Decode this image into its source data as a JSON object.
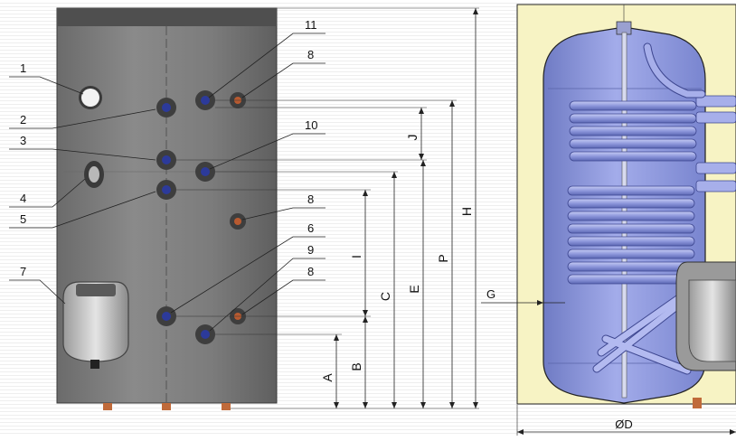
{
  "callouts": {
    "c1": "1",
    "c2": "2",
    "c3": "3",
    "c4": "4",
    "c5": "5",
    "c6": "6",
    "c7": "7",
    "c8a": "8",
    "c8b": "8",
    "c8c": "8",
    "c9": "9",
    "c10": "10",
    "c11": "11"
  },
  "dimensions": {
    "A": "A",
    "B": "B",
    "C": "C",
    "E": "E",
    "I": "I",
    "J": "J",
    "P": "P",
    "H": "H",
    "G": "G",
    "D": "ØD"
  },
  "colors": {
    "tank_body": "#7d7d7d",
    "tank_top": "#5a5a5a",
    "insulation": "#f7f3c4",
    "vessel": "#8e98d6",
    "coil": "#9aa4e2",
    "fitting": "#3e3e3e",
    "fitting_inner": "#2c3a9a",
    "dimension_line": "#222222"
  },
  "icons": {
    "control_unit": "control-box-icon",
    "anode": "anode-rod-icon",
    "thermometer": "thermometer-icon"
  }
}
